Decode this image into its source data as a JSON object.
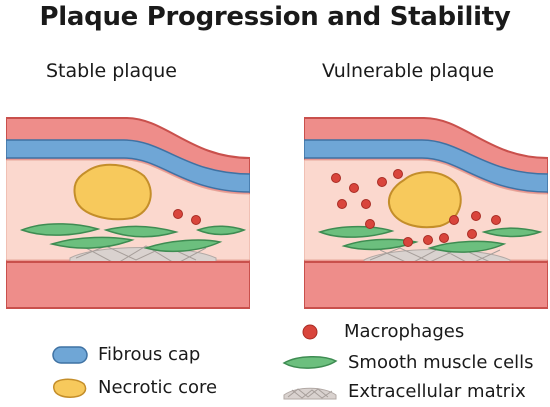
{
  "title": "Plaque Progression and Stability",
  "panels": {
    "stable": {
      "label": "Stable plaque"
    },
    "vulnerable": {
      "label": "Vulnerable plaque"
    }
  },
  "legend": {
    "fibrous_cap": {
      "label": "Fibrous cap",
      "color": "#6fa6d6"
    },
    "necrotic_core": {
      "label": "Necrotic core",
      "color": "#f7c95c"
    },
    "macrophages": {
      "label": "Macrophages",
      "color": "#d9453c"
    },
    "smooth_muscle": {
      "label": "Smooth muscle cells",
      "color": "#6cbf7e"
    },
    "ecm": {
      "label": "Extracellular matrix",
      "color": "#d9d2cf"
    }
  },
  "colors": {
    "vessel_wall": "#ee8d8a",
    "vessel_outline": "#c9504c",
    "lumen": "#fbd8ce"
  }
}
